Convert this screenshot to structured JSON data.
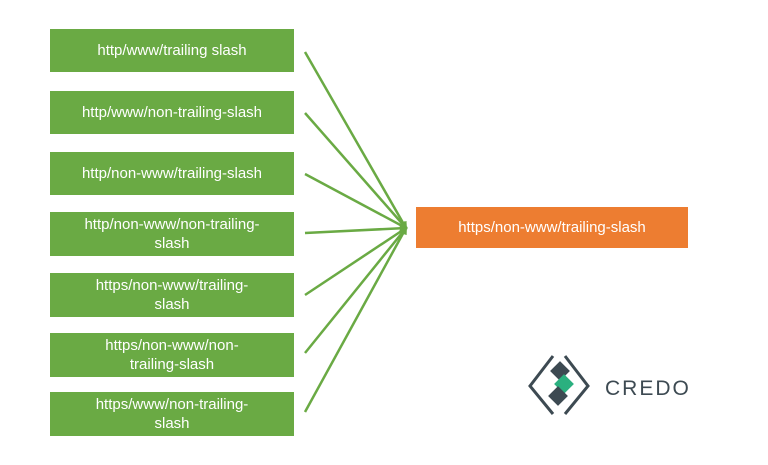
{
  "sources": [
    "http/www/trailing slash",
    "http/www/non-trailing-slash",
    "http/non-www/trailing-slash",
    "http/non-www/non-trailing-\nslash",
    "https/non-www/trailing-\nslash",
    "https/non-www/non-\ntrailing-slash",
    "https/www/non-trailing-\nslash"
  ],
  "target": "https/non-www/trailing-slash",
  "logo": {
    "name": "CREDO"
  },
  "colors": {
    "source": "#6aaa44",
    "arrow": "#6aaa44",
    "target": "#ed7d31",
    "logo_dark": "#3d4a52",
    "logo_accent": "#2bb07f"
  }
}
